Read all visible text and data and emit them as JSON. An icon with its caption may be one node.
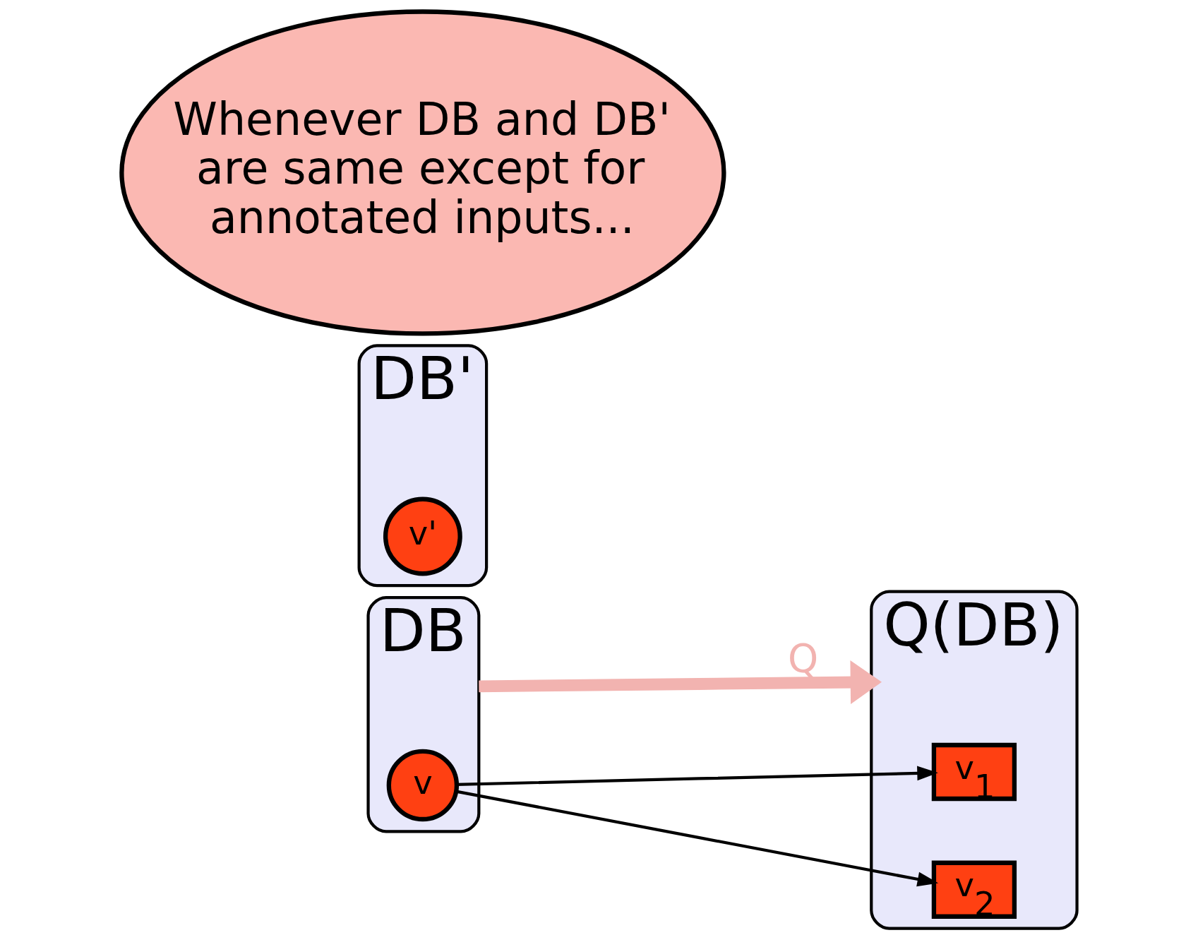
{
  "diagram": {
    "nodes": [
      {
        "text": [
          "DB"
        ]
      },
      {
        "text": [
          "v"
        ],
        "in": 0
      },
      {
        "text": [
          "Q(DB)"
        ]
      },
      {
        "text": [
          "v$_{1}$"
        ],
        "in": 2
      },
      {
        "text": [
          "v$_{2}$"
        ],
        "in": 2
      },
      {
        "text": [
          "DB'"
        ]
      },
      {
        "text": [
          "v'"
        ],
        "in": 5
      },
      {
        "text": [
          "Whenever DB and DB' are same except for annotated inputs..."
        ]
      }
    ],
    "edges": [
      {
        "from": 0,
        "to": 2,
        "arrow": "to",
        "label": "Q",
        "style": "thick",
        "color": "#f2b3b0"
      },
      {
        "from": 1,
        "to": 3,
        "arrow": "to"
      },
      {
        "from": 1,
        "to": 4,
        "arrow": "to"
      }
    ]
  }
}
